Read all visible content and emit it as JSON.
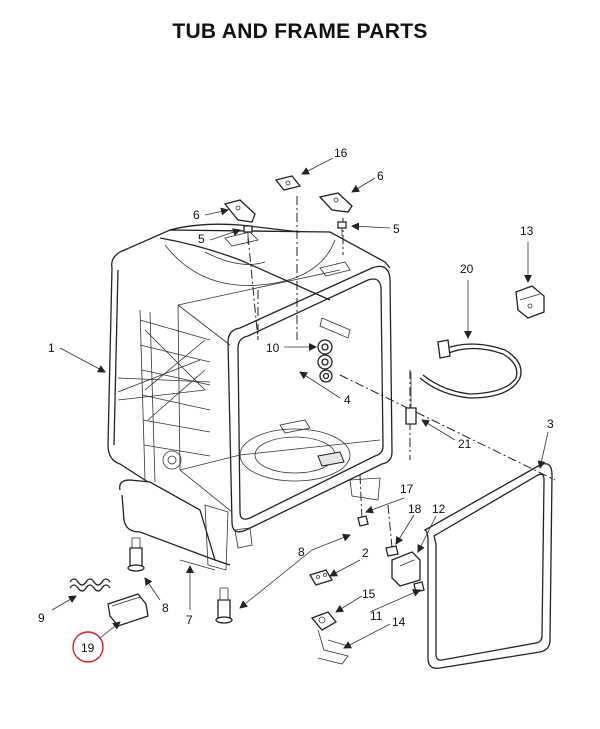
{
  "title": "TUB AND FRAME PARTS",
  "callouts": [
    "16",
    "6",
    "6",
    "5",
    "5",
    "13",
    "20",
    "1",
    "10",
    "4",
    "21",
    "3",
    "17",
    "18",
    "12",
    "8",
    "2",
    "9",
    "8",
    "7",
    "15",
    "11",
    "14",
    "19"
  ],
  "colors": {
    "line": "#222222",
    "highlight_circle": "#d42020",
    "background": "#ffffff"
  }
}
